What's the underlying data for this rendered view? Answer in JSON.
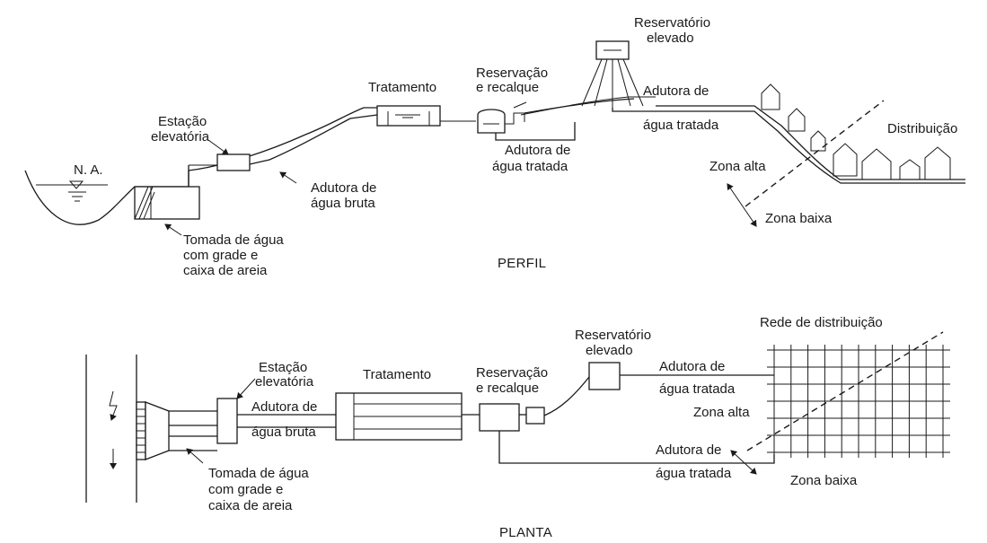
{
  "profile": {
    "title": "PERFIL",
    "water_level": "N. A.",
    "pump_station": [
      "Estação",
      "elevatória"
    ],
    "raw_pipeline": [
      "Adutora de",
      "água bruta"
    ],
    "intake": [
      "Tomada de água",
      "com grade e",
      "caixa de areia"
    ],
    "treatment": "Tratamento",
    "reservoir_pump": [
      "Reservação",
      "e recalque"
    ],
    "treated_pipeline_low": [
      "Adutora de",
      "água tratada"
    ],
    "elevated_reservoir": [
      "Reservatório",
      "elevado"
    ],
    "treated_pipeline_high": [
      "Adutora de",
      "água tratada"
    ],
    "distribution": "Distribuição",
    "high_zone": "Zona alta",
    "low_zone": "Zona baixa"
  },
  "plan": {
    "title": "PLANTA",
    "pump_station": [
      "Estação",
      "elevatória"
    ],
    "raw_pipeline": [
      "Adutora de",
      "água bruta"
    ],
    "intake": [
      "Tomada de água",
      "com grade e",
      "caixa de areia"
    ],
    "treatment": "Tratamento",
    "reservoir_pump": [
      "Reservação",
      "e recalque"
    ],
    "elevated_reservoir": [
      "Reservatório",
      "elevado"
    ],
    "treated_pipeline_upper": [
      "Adutora de",
      "água tratada"
    ],
    "treated_pipeline_lower": [
      "Adutora de",
      "água tratada"
    ],
    "network": "Rede de distribuição",
    "high_zone": "Zona alta",
    "low_zone": "Zona baixa"
  }
}
